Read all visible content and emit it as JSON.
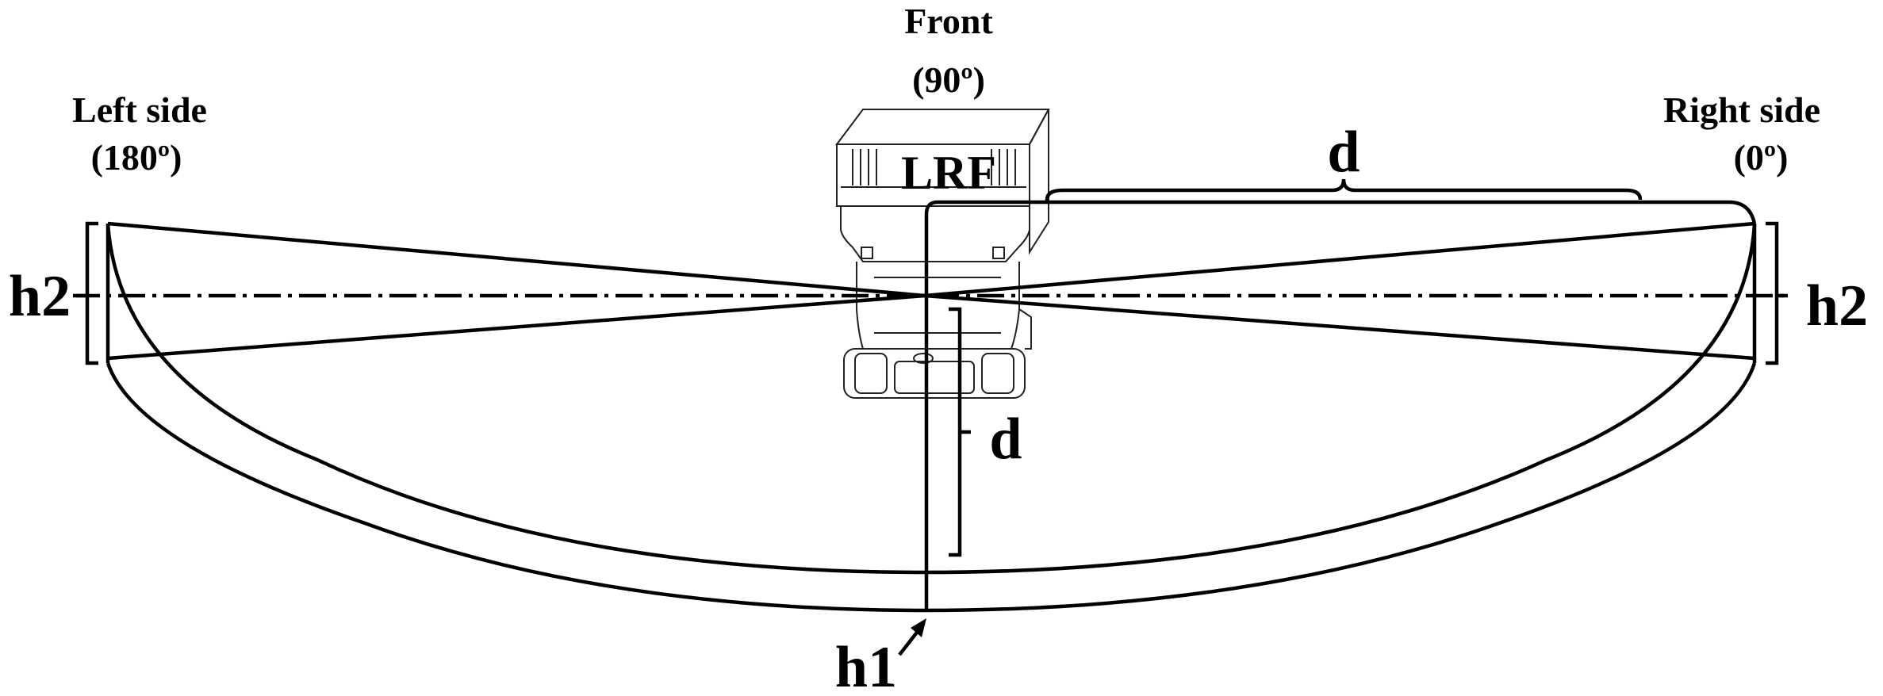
{
  "labels": {
    "front_line1": "Front",
    "front_line2": "(90º)",
    "left_line1": "Left side",
    "left_line2": "(180º)",
    "right_line1": "Right side",
    "right_line2": "(0º)",
    "sensor": "LRF",
    "d_top": "d",
    "d_vertical": "d",
    "h2_left": "h2",
    "h2_right": "h2",
    "h1": "h1"
  }
}
